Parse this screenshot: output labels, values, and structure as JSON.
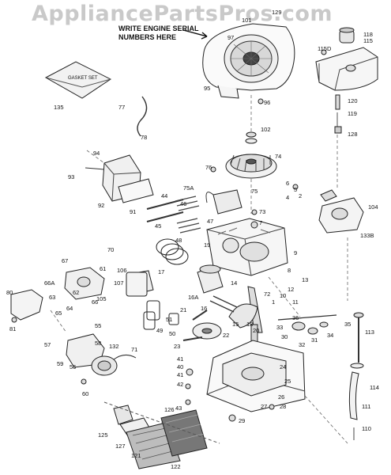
{
  "watermark": "AppliancePartsPros.com",
  "note": {
    "line1": "WRITE ENGINE SERIAL",
    "line2": "NUMBERS HERE"
  },
  "gasket_set_label": "GASKET SET",
  "part_numbers": [
    "1",
    "2",
    "3",
    "4",
    "5",
    "6",
    "7",
    "8",
    "9",
    "10",
    "11",
    "12",
    "13",
    "14",
    "15",
    "16",
    "16A",
    "17",
    "18",
    "19",
    "20",
    "21",
    "22",
    "23",
    "24",
    "25",
    "26",
    "27",
    "28",
    "29",
    "30",
    "31",
    "32",
    "33",
    "34",
    "35",
    "36",
    "40",
    "41",
    "42",
    "43",
    "44",
    "45",
    "46",
    "47",
    "48",
    "49",
    "50",
    "51",
    "55",
    "56",
    "57",
    "58",
    "59",
    "60",
    "61",
    "62",
    "63",
    "64",
    "65",
    "66",
    "66A",
    "67",
    "70",
    "71",
    "72",
    "73",
    "74",
    "75",
    "75A",
    "76",
    "77",
    "78",
    "80",
    "81",
    "91",
    "92",
    "93",
    "94",
    "95",
    "96",
    "97",
    "101",
    "102",
    "104",
    "105",
    "106",
    "107",
    "110",
    "111",
    "113",
    "114",
    "115",
    "115D",
    "118",
    "119",
    "120",
    "121",
    "122",
    "125",
    "126",
    "127",
    "128",
    "129",
    "132",
    "133B",
    "135"
  ]
}
